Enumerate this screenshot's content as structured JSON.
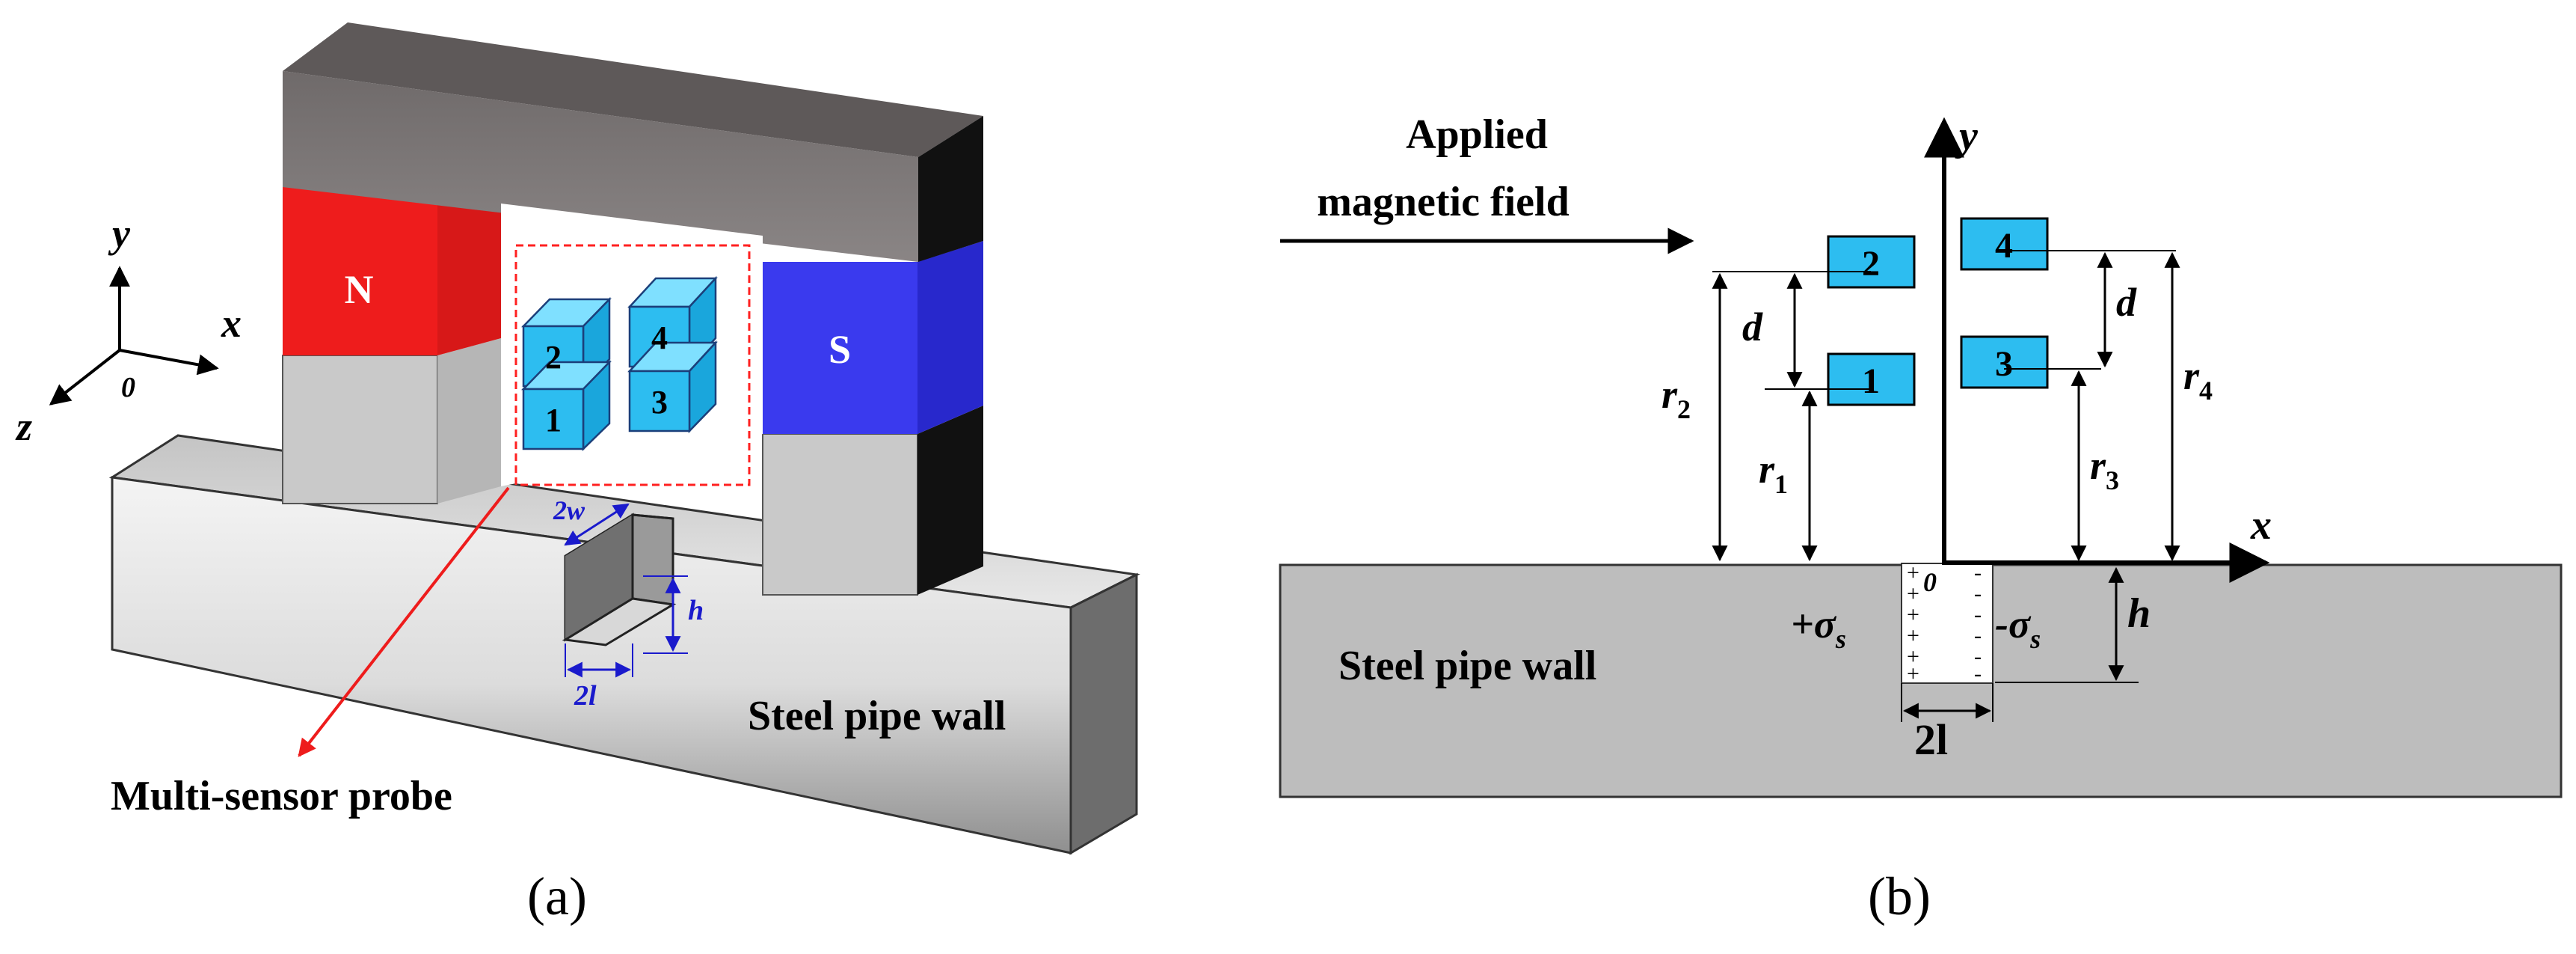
{
  "panel_a": {
    "caption": "(a)",
    "magnet_north": "N",
    "magnet_south": "S",
    "sensors": [
      "1",
      "2",
      "3",
      "4"
    ],
    "axis_x": "x",
    "axis_y": "y",
    "axis_z": "z",
    "origin": "0",
    "defect_width": "2w",
    "defect_depth": "h",
    "defect_length": "2l",
    "pipe_label": "Steel pipe wall",
    "probe_label": "Multi-sensor probe",
    "colors": {
      "yoke_top": "#7b7676",
      "magnet_n": "#ee1c1c",
      "magnet_s": "#3a3aee",
      "sensor": "#2dbdf0",
      "probe_box": "#ff2020",
      "dimension": "#1a1acc"
    }
  },
  "panel_b": {
    "caption": "(b)",
    "field_label_line1": "Applied",
    "field_label_line2": "magnetic field",
    "sensors": [
      "1",
      "2",
      "3",
      "4"
    ],
    "axis_x": "x",
    "axis_y": "y",
    "origin": "0",
    "dim_d": "d",
    "dim_r1": "r",
    "dim_r1_sub": "1",
    "dim_r2": "r",
    "dim_r2_sub": "2",
    "dim_r3": "r",
    "dim_r3_sub": "3",
    "dim_r4": "r",
    "dim_r4_sub": "4",
    "dim_h": "h",
    "dim_2l": "2l",
    "charge_plus": "+σ",
    "charge_minus": "-σ",
    "charge_sub": "s",
    "plus_mark": "+",
    "minus_mark": "-",
    "pipe_label": "Steel pipe wall"
  }
}
